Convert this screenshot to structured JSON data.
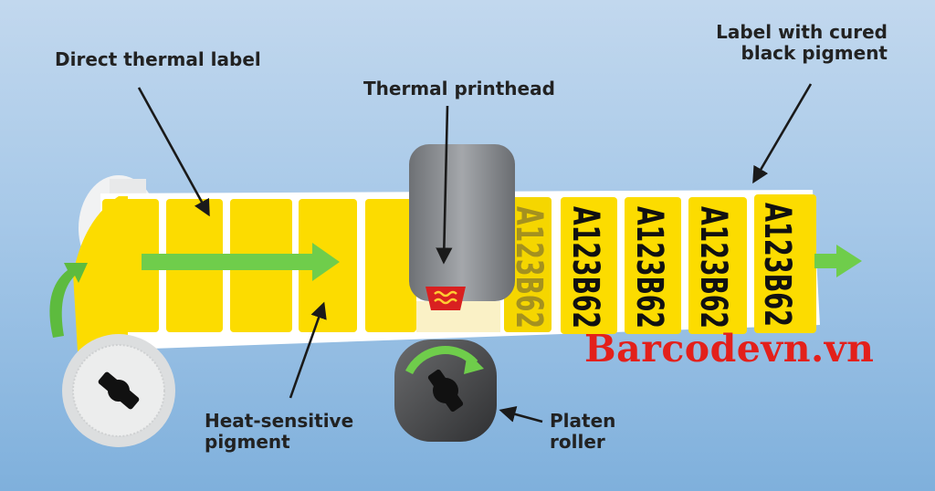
{
  "labels": {
    "direct_thermal": "Direct thermal label",
    "printhead": "Thermal printhead",
    "cured": "Label with cured\nblack pigment",
    "heat_sensitive": "Heat-sensitive\npigment",
    "platen": "Platen\nroller"
  },
  "printed_code": "A123B62",
  "watermark": "Barcodevn.vn",
  "colors": {
    "label_yellow": "#fcdc00",
    "arrow_green": "#6fcd4b",
    "watermark_red": "#e3201b",
    "printhead_gray": "#8c8f93",
    "heater_red": "#d92020"
  }
}
